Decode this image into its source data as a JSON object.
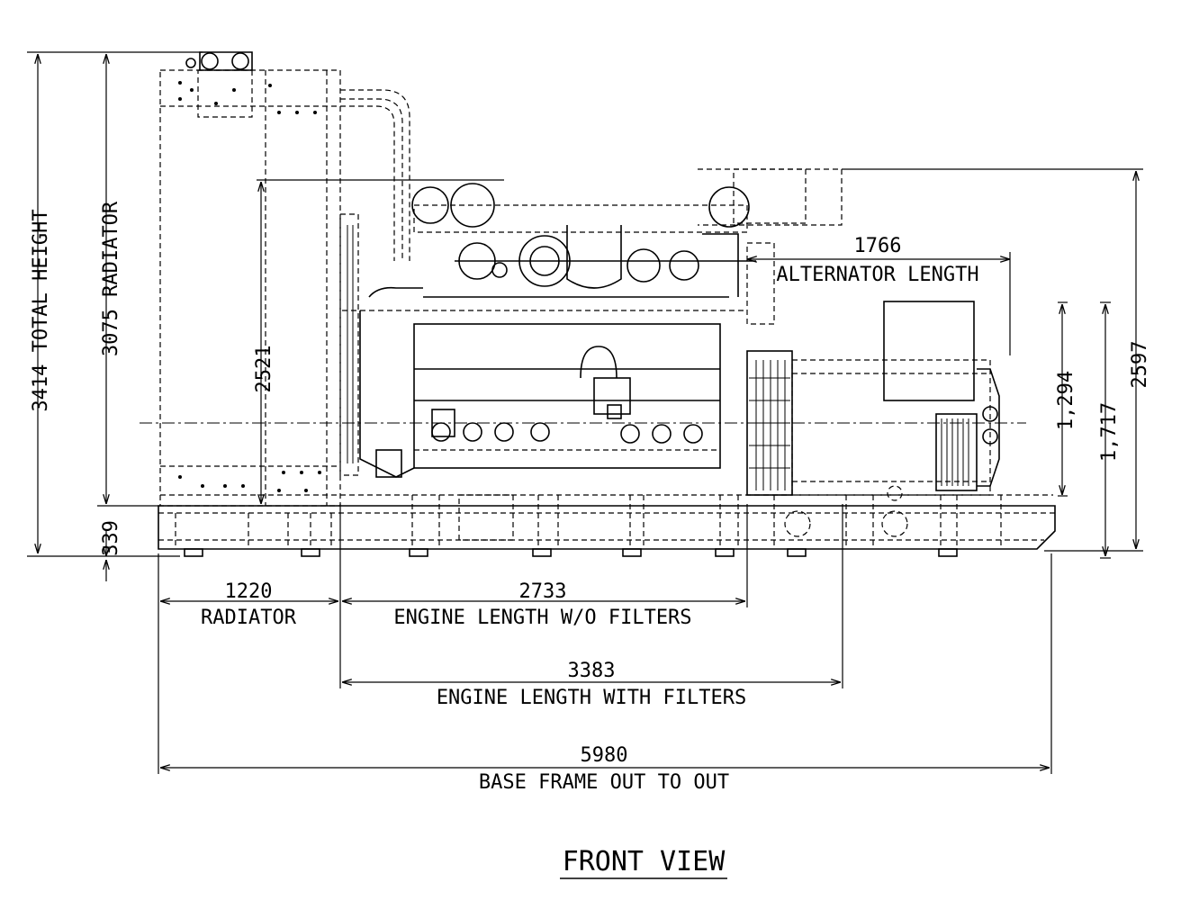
{
  "drawing": {
    "title": "FRONT VIEW",
    "dimensions": {
      "total_height": "3414 TOTAL HEIGHT",
      "radiator_height": "3075 RADIATOR",
      "base_height": "339",
      "engine_height": "2521",
      "overall_right_height": "2597",
      "alt_height_a": "1,294",
      "alt_height_b": "1,717",
      "alternator_length_value": "1766",
      "alternator_length_label": "ALTERNATOR LENGTH",
      "radiator_length_value": "1220",
      "radiator_length_label": "RADIATOR",
      "engine_wo_filters_value": "2733",
      "engine_wo_filters_label": "ENGINE LENGTH W/O FILTERS",
      "engine_with_filters_value": "3383",
      "engine_with_filters_label": "ENGINE LENGTH WITH FILTERS",
      "base_frame_value": "5980",
      "base_frame_label": "BASE FRAME OUT TO OUT"
    }
  }
}
